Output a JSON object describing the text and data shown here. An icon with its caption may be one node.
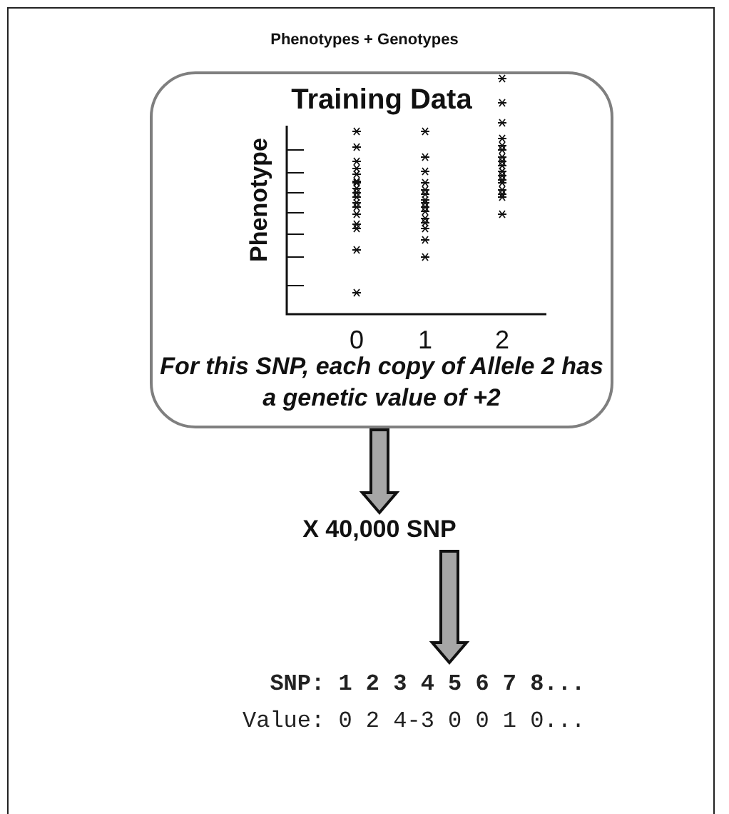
{
  "diagram": {
    "title": "Phenotypes + Genotypes",
    "nodes": [
      {
        "text": [
          "Training Data",
          "For this SNP, each copy of Allele 2 has a genetic value of +2"
        ]
      },
      {
        "text": [
          "X 40,000 SNP"
        ]
      },
      {
        "text": [
          "SNP: 1 2 3 4 5 6 7 8...",
          "Value: 0 2 4-3 0 0 1 0..."
        ]
      }
    ],
    "edges": [
      {
        "from": 0,
        "to": 1,
        "arrow": "to"
      },
      {
        "from": 1,
        "to": 2,
        "arrow": "to"
      }
    ],
    "labels": [
      "Phenotype",
      "0",
      "1",
      "2"
    ]
  }
}
